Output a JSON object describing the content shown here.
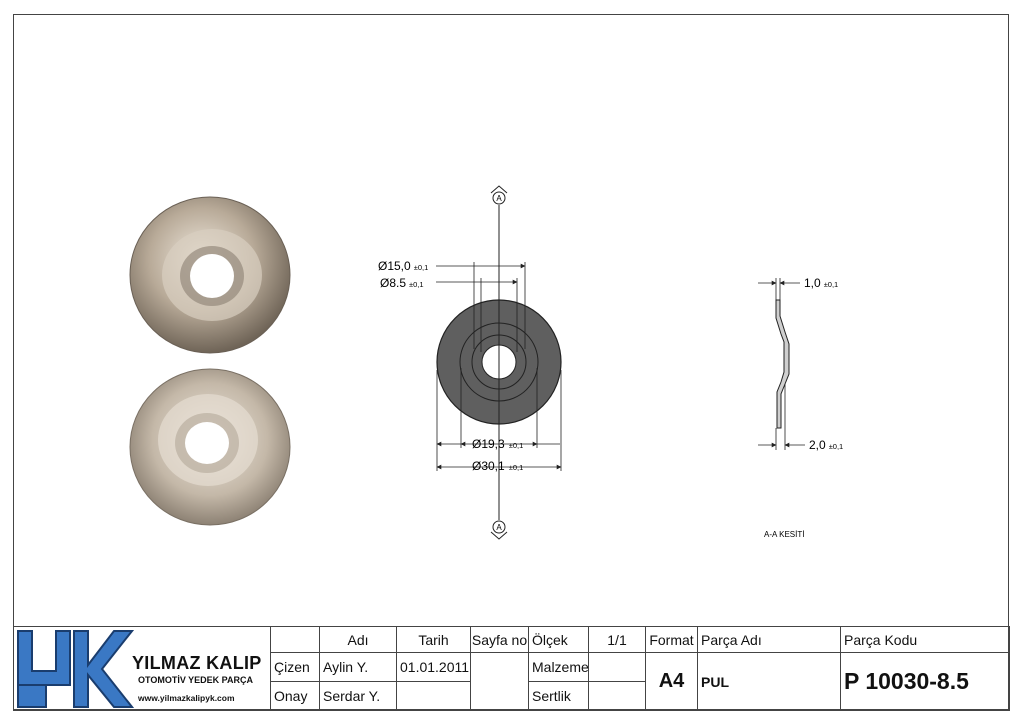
{
  "drawing": {
    "dim_d15": "Ø15,0",
    "dim_d85": "Ø8.5",
    "dim_d193": "Ø19,3",
    "dim_d301": "Ø30,1",
    "tol": "±0,1",
    "dim_t1": "1,0",
    "dim_t2": "2,0",
    "section_marker": "A",
    "section_label": "A-A KESİTİ"
  },
  "title_block": {
    "company": "YILMAZ KALIP",
    "tagline": "OTOMOTİV YEDEK PARÇA",
    "website": "www.yilmazkalipyk.com",
    "col_adi": "Adı",
    "col_tarih": "Tarih",
    "col_sayfa": "Sayfa no",
    "col_olcek": "Ölçek",
    "olcek_val": "1/1",
    "col_format": "Format",
    "format_val": "A4",
    "col_parca_adi": "Parça Adı",
    "parca_adi": "PUL",
    "col_parca_kodu": "Parça Kodu",
    "parca_kodu": "P 10030-8.5",
    "row_cizen": "Çizen",
    "cizen_name": "Aylin Y.",
    "cizen_date": "01.01.2011",
    "row_onay": "Onay",
    "onay_name": "Serdar Y.",
    "malzeme": "Malzeme",
    "sertlik": "Sertlik"
  }
}
